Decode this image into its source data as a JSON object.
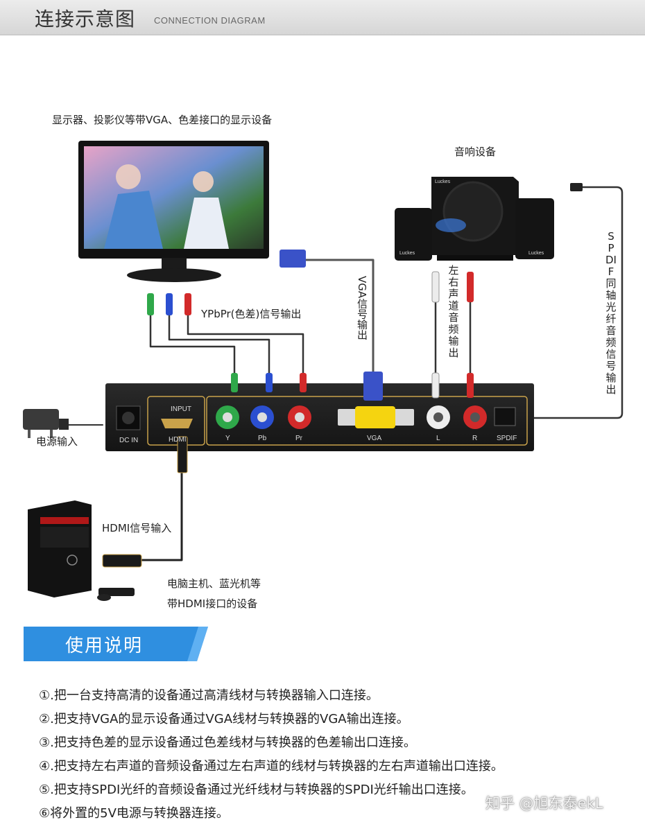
{
  "header": {
    "title_zh": "连接示意图",
    "title_en": "CONNECTION DIAGRAM"
  },
  "labels": {
    "display": "显示器、投影仪等带VGA、色差接口的显示设备",
    "ypbpr": "YPbPr(色差)信号输出",
    "vga": "VGA信号输出",
    "speakers": "音响设备",
    "lr_audio": "左右声道音频输出",
    "spdif_out": "SPDIF同轴光纤音频信号输出",
    "power": "电源输入",
    "hdmi_in": "HDMI信号输入",
    "pc_line1": "电脑主机、蓝光机等",
    "pc_line2": "带HDMI接口的设备",
    "speaker_brand": "Luckes"
  },
  "ports": {
    "dc": "DC IN",
    "input": "INPUT",
    "hdmi": "HDMI",
    "y": "Y",
    "pb": "Pb",
    "pr": "Pr",
    "vga": "VGA",
    "l": "L",
    "r": "R",
    "spdif": "SPDIF"
  },
  "guide": {
    "title": "使用说明",
    "steps": [
      "①.把一台支持高清的设备通过高清线材与转换器输入口连接。",
      "②.把支持VGA的显示设备通过VGA线材与转换器的VGA输出连接。",
      "③.把支持色差的显示设备通过色差线材与转换器的色差输出口连接。",
      "④.把支持左右声道的音频设备通过左右声道的线材与转换器的左右声道输出口连接。",
      "⑤.把支持SPDI光纤的音频设备通过光纤线材与转换器的SPDI光纤输出口连接。",
      "⑥将外置的5V电源与转换器连接。"
    ]
  },
  "watermark": "知乎 @旭东泰ekL",
  "colors": {
    "accent": "#2f8fe0",
    "device": "#1b1b1b",
    "gold": "#c9a24a",
    "green": "#2fa84a",
    "blue": "#2b4fd0",
    "red": "#d22a2a"
  }
}
